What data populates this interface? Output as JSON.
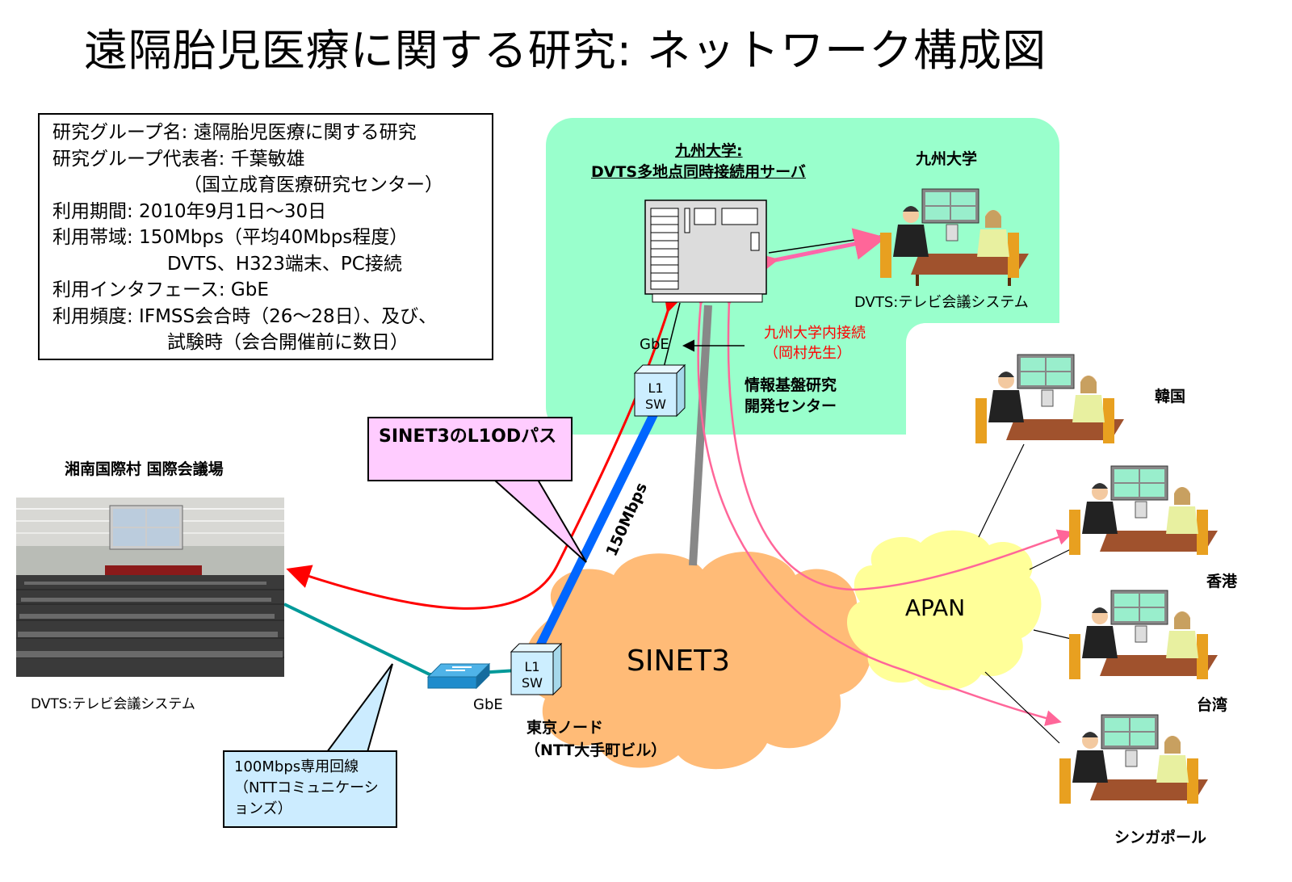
{
  "title": "遠隔胎児医療に関する研究:  ネットワーク構成図",
  "info": [
    "研究グループ名:  遠隔胎児医療に関する研究",
    "研究グループ代表者:  千葉敏雄",
    "（国立成育医療研究センター）",
    "利用期間:  2010年9月1日～30日",
    "利用帯域:  150Mbps（平均40Mbps程度）",
    "DVTS、H323端末、PC接続",
    "利用インタフェース:  GbE",
    "利用頻度:  IFMSS会合時（26～28日）、及び、",
    "試験時（会合開催前に数日）"
  ],
  "kyushu": {
    "server_title_1": "九州大学:",
    "server_title_2": "DVTS多地点同時接続用サーバ",
    "site_label": "九州大学",
    "dvts_label": "DVTS:テレビ会議システム",
    "internal_1": "九州大学内接続",
    "internal_2": "（岡村先生）",
    "gbe": "GbE",
    "center_1": "情報基盤研究",
    "center_2": "開発センター",
    "l1sw_1": "L1",
    "l1sw_2": "SW"
  },
  "callouts": {
    "l1od": "SINET3のL1ODパス",
    "leased": "100Mbps専用回線（NTTコミュニケーションズ）"
  },
  "link_150": "150Mbps",
  "sinet": "SINET3",
  "apan": "APAN",
  "tokyo": {
    "node_1": "東京ノード",
    "node_2": "（NTT大手町ビル）",
    "gbe": "GbE",
    "l1sw_1": "L1",
    "l1sw_2": "SW"
  },
  "shonan": {
    "title": "湘南国際村 国際会議場",
    "dvts_label": "DVTS:テレビ会議システム"
  },
  "sites": [
    "韓国",
    "香港",
    "台湾",
    "シンガポール"
  ],
  "colors": {
    "green_area": "#99ffcc",
    "blue_link": "#0066ff",
    "red_arrow": "#ff0000",
    "pink_arrow": "#ff6699",
    "teal_line": "#009999",
    "sinet_cloud": "#ffbb77",
    "apan_cloud": "#ffff99",
    "callout_pink": "#ffccff",
    "callout_blue": "#ccecff"
  }
}
